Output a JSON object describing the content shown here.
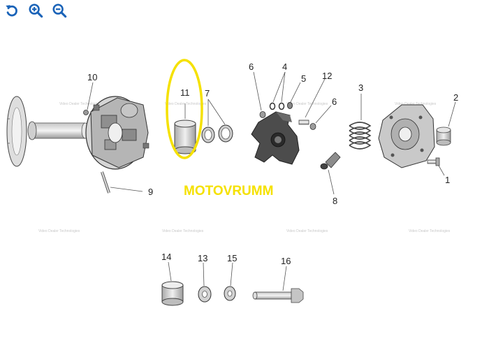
{
  "toolbar": {
    "rotate_icon": "rotate-left-icon",
    "zoom_in_icon": "zoom-in-icon",
    "zoom_out_icon": "zoom-out-icon",
    "icon_color": "#1a63b8"
  },
  "diagram": {
    "callouts": {
      "c1": "1",
      "c2": "2",
      "c3": "3",
      "c4": "4",
      "c5": "5",
      "c6a": "6",
      "c6b": "6",
      "c7": "7",
      "c8": "8",
      "c9": "9",
      "c10": "10",
      "c11": "11",
      "c12": "12",
      "c13": "13",
      "c14": "14",
      "c15": "15",
      "c16": "16"
    },
    "brand_text": "MOTOVRUMM",
    "highlight_color": "#f5e100",
    "line_color": "#555555"
  }
}
